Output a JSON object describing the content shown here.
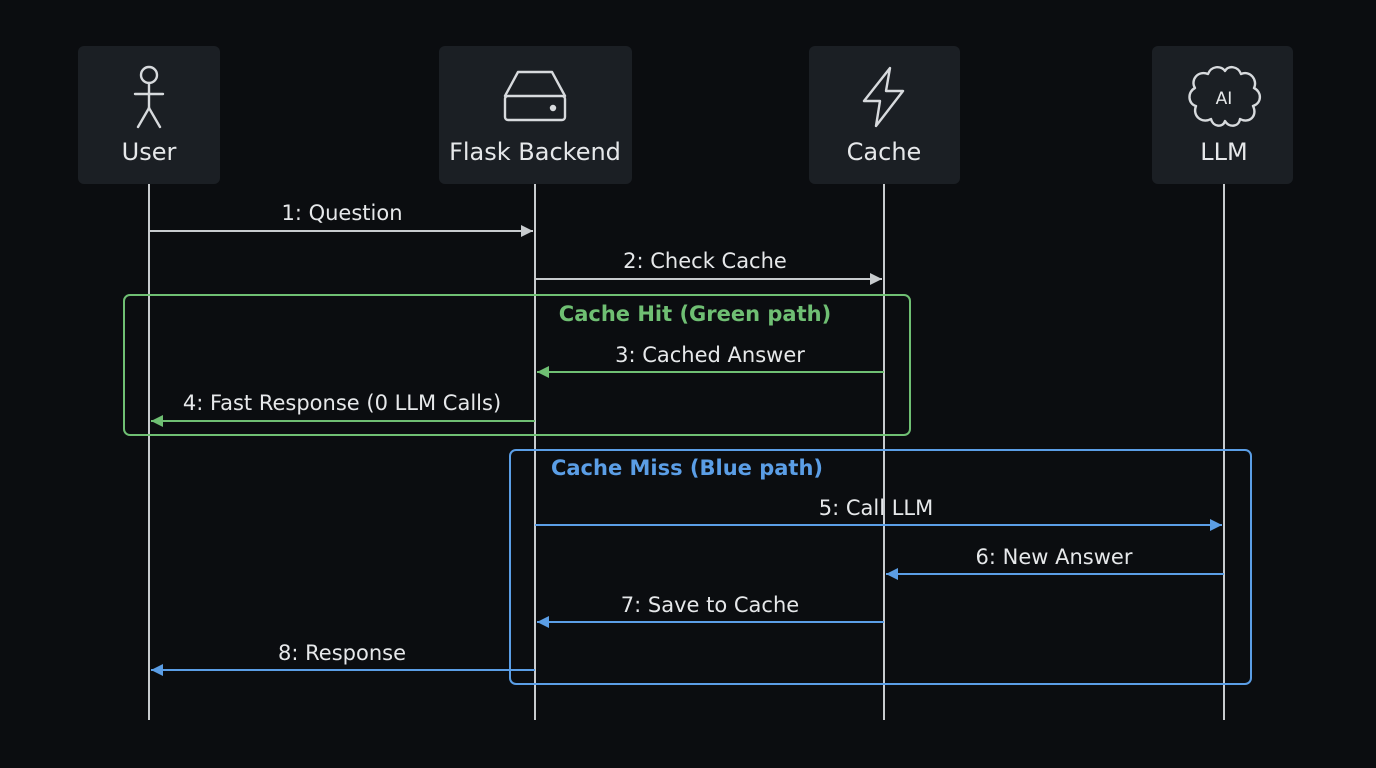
{
  "colors": {
    "background": "#0b0d10",
    "actor_box": "#1b1f24",
    "lifeline": "#c8cbce",
    "text": "#e6e8ea",
    "neutral_arrow": "#c8cbce",
    "green": "#6fbf73",
    "blue": "#5b9ee6"
  },
  "actors": [
    {
      "id": "user",
      "label": "User",
      "icon": "person-icon"
    },
    {
      "id": "backend",
      "label": "Flask Backend",
      "icon": "server-drive-icon"
    },
    {
      "id": "cache",
      "label": "Cache",
      "icon": "lightning-icon"
    },
    {
      "id": "llm",
      "label": "LLM",
      "icon": "ai-brain-icon",
      "icon_text": "AI"
    }
  ],
  "fragments": {
    "hit": {
      "label": "Cache Hit (Green path)",
      "color": "green"
    },
    "miss": {
      "label": "Cache Miss (Blue path)",
      "color": "blue"
    }
  },
  "messages": [
    {
      "step": 1,
      "label": "1: Question",
      "from": "user",
      "to": "backend",
      "color": "neutral"
    },
    {
      "step": 2,
      "label": "2: Check Cache",
      "from": "backend",
      "to": "cache",
      "color": "neutral"
    },
    {
      "step": 3,
      "label": "3: Cached Answer",
      "from": "cache",
      "to": "backend",
      "color": "green"
    },
    {
      "step": 4,
      "label": "4: Fast Response (0 LLM Calls)",
      "from": "backend",
      "to": "user",
      "color": "green"
    },
    {
      "step": 5,
      "label": "5: Call LLM",
      "from": "backend",
      "to": "llm",
      "color": "blue"
    },
    {
      "step": 6,
      "label": "6: New Answer",
      "from": "llm",
      "to": "cache",
      "color": "blue"
    },
    {
      "step": 7,
      "label": "7: Save to Cache",
      "from": "cache",
      "to": "backend",
      "color": "blue"
    },
    {
      "step": 8,
      "label": "8: Response",
      "from": "backend",
      "to": "user",
      "color": "blue"
    }
  ]
}
